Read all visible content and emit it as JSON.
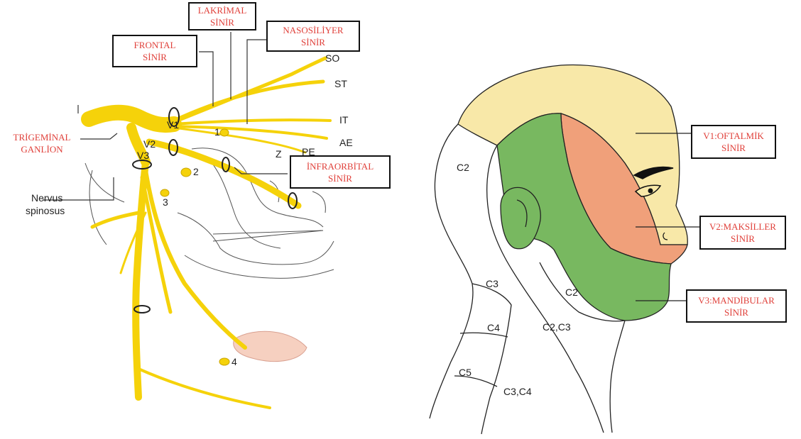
{
  "left_diagram": {
    "nerve_labels": {
      "so": "SO",
      "st": "ST",
      "it": "IT",
      "ae": "AE",
      "pe": "PE",
      "z": "Z",
      "v1": "V1",
      "v2": "V2",
      "v3": "V3",
      "g1": "1",
      "g2": "2",
      "g3": "3",
      "g4": "4",
      "nervus_line1": "Nervus",
      "nervus_line2": "spinosus"
    },
    "callouts": {
      "lakrimal": {
        "line1": "LAKRİMAL",
        "line2": "SİNİR"
      },
      "frontal": {
        "line1": "FRONTAL",
        "line2": "SİNİR"
      },
      "nasosiliyer": {
        "line1": "NASOSİLİYER",
        "line2": "SİNİR"
      },
      "trigeminal": {
        "line1": "TRİGEMİNAL",
        "line2": "GANLİON"
      },
      "infraorbital": {
        "line1": "İNFRAORBİTAL",
        "line2": "SİNİR"
      }
    }
  },
  "right_diagram": {
    "dermatome_labels": {
      "c2_back": "C2",
      "c2_front": "C2",
      "c3": "C3",
      "c4": "C4",
      "c5": "C5",
      "c2c3": "C2,C3",
      "c3c4": "C3,C4"
    },
    "callouts": {
      "v1": {
        "line1": "V1:OFTALMİK",
        "line2": "SİNİR"
      },
      "v2": {
        "line1": "V2:MAKSİLLER",
        "line2": "SİNİR"
      },
      "v3": {
        "line1": "V3:MANDİBULAR",
        "line2": "SİNİR"
      }
    },
    "colors": {
      "v1": "#f8e8a8",
      "v2": "#f0a07a",
      "v3": "#78b860"
    }
  },
  "colors": {
    "nerve": "#f5d20a",
    "callout_text": "#e0403a",
    "outline": "#222222"
  }
}
